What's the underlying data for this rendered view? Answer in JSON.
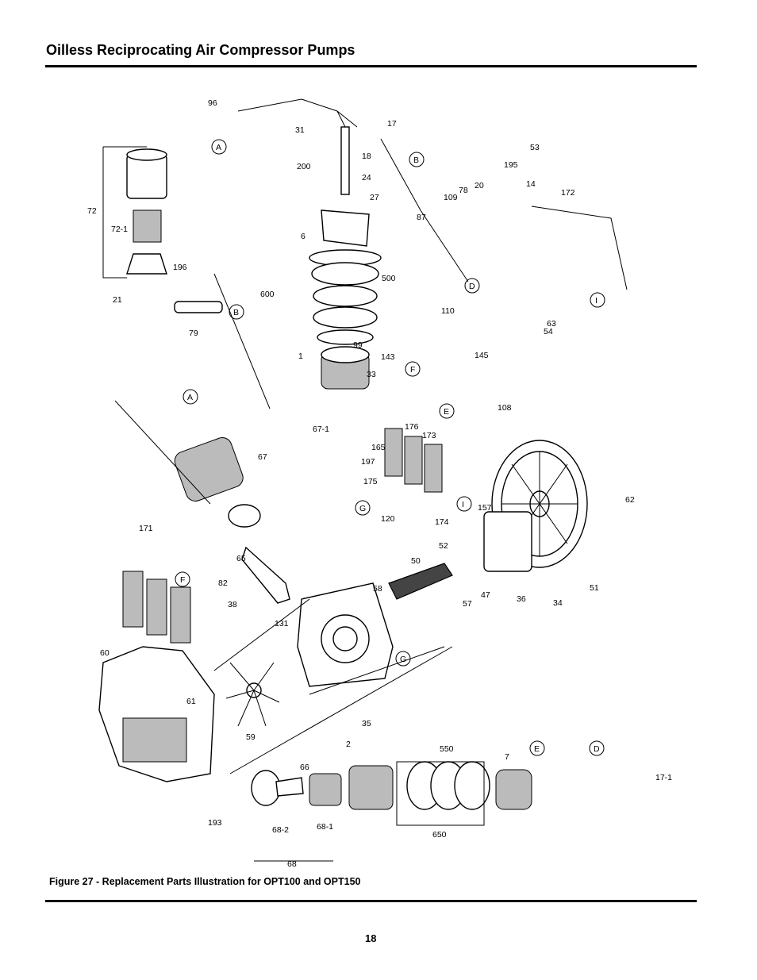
{
  "header": {
    "title": "Oilless Reciprocating Air Compressor Pumps"
  },
  "figure": {
    "caption": "Figure 27 - Replacement Parts Illustration for OPT100 and OPT150",
    "callout_letters": [
      "A",
      "B",
      "D",
      "B",
      "I",
      "F",
      "E",
      "A",
      "F",
      "G",
      "I",
      "G",
      "E",
      "D"
    ],
    "part_labels": [
      "96",
      "31",
      "17",
      "18",
      "200",
      "24",
      "27",
      "6",
      "600",
      "500",
      "1",
      "99",
      "33",
      "143",
      "53",
      "195",
      "20",
      "78",
      "109",
      "87",
      "14",
      "172",
      "72",
      "72-1",
      "196",
      "21",
      "79",
      "110",
      "145",
      "108",
      "54",
      "63",
      "67-1",
      "67",
      "197",
      "165",
      "176",
      "173",
      "175",
      "157",
      "174",
      "120",
      "62",
      "65",
      "52",
      "50",
      "58",
      "57",
      "47",
      "36",
      "51",
      "34",
      "82",
      "38",
      "131",
      "171",
      "60",
      "61",
      "59",
      "35",
      "193",
      "2",
      "66",
      "68-2",
      "68-1",
      "68",
      "550",
      "650",
      "7",
      "17-1"
    ]
  },
  "footer": {
    "page_number": "18"
  }
}
